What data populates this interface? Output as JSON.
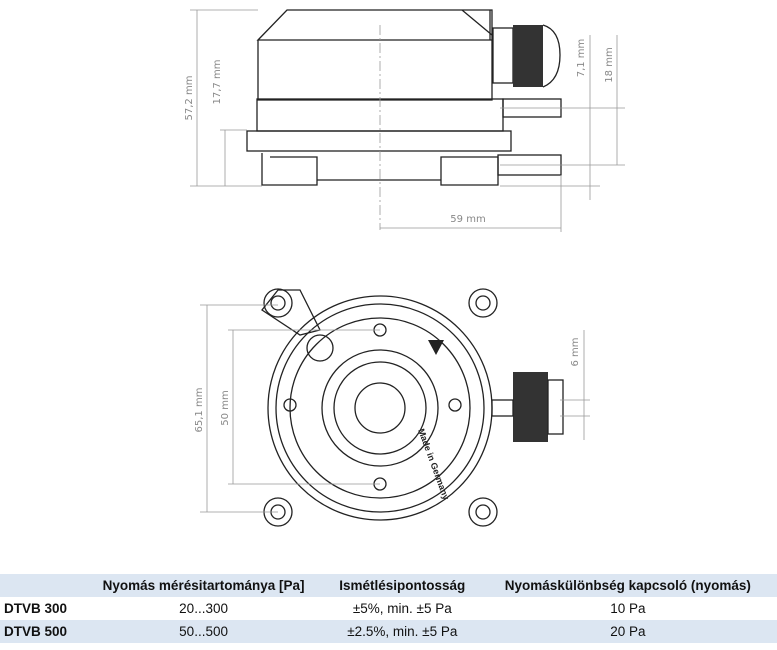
{
  "drawing": {
    "side_view": {
      "height_total": "57,2 mm",
      "height_base": "17,7 mm",
      "offset_upper": "7,1 mm",
      "offset_lower": "18 mm",
      "width": "59 mm"
    },
    "front_view": {
      "outer": "65,1 mm",
      "inner": "50 mm",
      "port": "6 mm",
      "marking": "Made in Germany"
    }
  },
  "table": {
    "headers": [
      "",
      "Nyomás mérésitartománya [Pa]",
      "Ismétlésipontosság",
      "Nyomáskülönbség kapcsoló (nyomás)"
    ],
    "rows": [
      [
        "DTVB 300",
        "20...300",
        "±5%, min. ±5 Pa",
        "10 Pa"
      ],
      [
        "DTVB 500",
        "50...500",
        "±2.5%, min. ±5 Pa",
        "20 Pa"
      ]
    ]
  }
}
